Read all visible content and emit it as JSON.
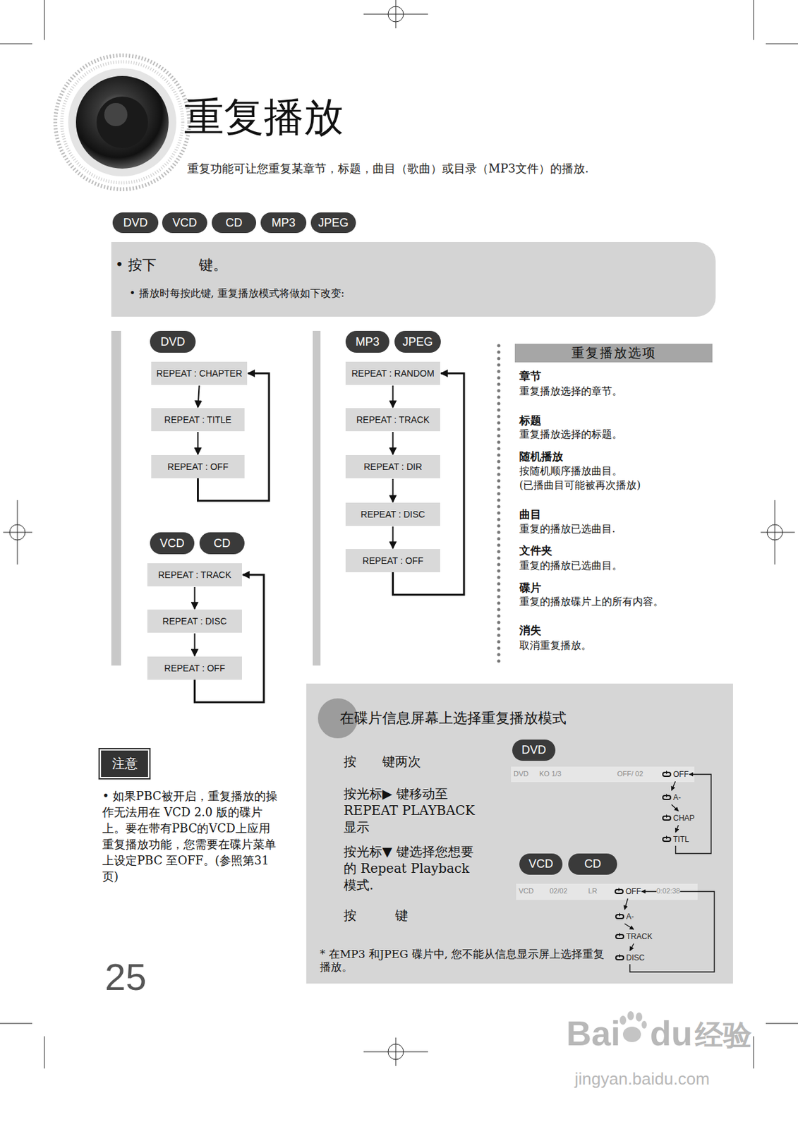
{
  "diagram": {
    "title": "重复播放",
    "nodes": [
      {
        "text": [
          "DVD"
        ]
      },
      {
        "text": [
          "VCD"
        ]
      },
      {
        "text": [
          "CD"
        ]
      },
      {
        "text": [
          "MP3"
        ]
      },
      {
        "text": [
          "JPEG"
        ]
      },
      {
        "text": [
          "• 按下　　　键。",
          "• 播放时每按此键, 重复播放模式将做如下改变:"
        ]
      },
      {
        "text": [
          "DVD"
        ]
      },
      {
        "text": [
          "REPEAT : CHAPTER"
        ]
      },
      {
        "text": [
          "REPEAT : TITLE"
        ]
      },
      {
        "text": [
          "REPEAT : OFF"
        ]
      },
      {
        "text": [
          "VCD"
        ]
      },
      {
        "text": [
          "CD"
        ]
      },
      {
        "text": [
          "REPEAT : TRACK"
        ]
      },
      {
        "text": [
          "REPEAT : DISC"
        ]
      },
      {
        "text": [
          "REPEAT : OFF"
        ]
      },
      {
        "text": [
          "MP3"
        ]
      },
      {
        "text": [
          "JPEG"
        ]
      },
      {
        "text": [
          "REPEAT : RANDOM"
        ]
      },
      {
        "text": [
          "REPEAT : TRACK"
        ]
      },
      {
        "text": [
          "REPEAT : DIR"
        ]
      },
      {
        "text": [
          "REPEAT : DISC"
        ]
      },
      {
        "text": [
          "REPEAT : OFF"
        ]
      },
      {
        "text": [
          "重复播放选项"
        ]
      },
      {
        "text": [
          "注意"
        ]
      },
      {
        "text": [
          "在碟片信息屏幕上选择重复播放模式",
          "按　　键两次",
          "按光标▶ 键移动至 REPEAT PLAYBACK 显示",
          "按光标▼ 键选择您想要的 Repeat Playback 模式.",
          "按　　　键",
          "* 在MP3 和JPEG 碟片中, 您不能从信息显示屏上选择重复播放。"
        ]
      },
      {
        "text": [
          "DVD"
        ],
        "in": 24
      },
      {
        "text": [
          "DVD",
          "KO 1/3",
          "OFF/ 02"
        ],
        "in": 24
      },
      {
        "text": [
          "OFF"
        ],
        "in": 26
      },
      {
        "text": [
          "A-"
        ],
        "in": 24
      },
      {
        "text": [
          "CHAP"
        ],
        "in": 24
      },
      {
        "text": [
          "TITL"
        ],
        "in": 24
      },
      {
        "text": [
          "VCD"
        ],
        "in": 24
      },
      {
        "text": [
          "CD"
        ],
        "in": 24
      },
      {
        "text": [
          "VCD",
          "02/02",
          "LR",
          "0:02:38"
        ],
        "in": 24
      },
      {
        "text": [
          "OFF"
        ],
        "in": 33
      },
      {
        "text": [
          "A-"
        ],
        "in": 24
      },
      {
        "text": [
          "TRACK"
        ],
        "in": 24
      },
      {
        "text": [
          "DISC"
        ],
        "in": 24
      }
    ],
    "edges": [
      {
        "from": 7,
        "to": 8,
        "arrow": "to"
      },
      {
        "from": 8,
        "to": 9,
        "arrow": "to"
      },
      {
        "from": 9,
        "to": 7,
        "arrow": "to"
      },
      {
        "from": 12,
        "to": 13,
        "arrow": "to"
      },
      {
        "from": 13,
        "to": 14,
        "arrow": "to"
      },
      {
        "from": 14,
        "to": 12,
        "arrow": "to"
      },
      {
        "from": 17,
        "to": 18,
        "arrow": "to"
      },
      {
        "from": 18,
        "to": 19,
        "arrow": "to"
      },
      {
        "from": 19,
        "to": 20,
        "arrow": "to"
      },
      {
        "from": 20,
        "to": 21,
        "arrow": "to"
      },
      {
        "from": 21,
        "to": 17,
        "arrow": "to"
      },
      {
        "from": 27,
        "to": 28,
        "arrow": "to"
      },
      {
        "from": 28,
        "to": 29,
        "arrow": "to"
      },
      {
        "from": 29,
        "to": 30,
        "arrow": "to"
      },
      {
        "from": 30,
        "to": 27,
        "arrow": "to"
      },
      {
        "from": 34,
        "to": 35,
        "arrow": "to"
      },
      {
        "from": 35,
        "to": 36,
        "arrow": "to"
      },
      {
        "from": 36,
        "to": 37,
        "arrow": "to"
      },
      {
        "from": 37,
        "to": 34,
        "arrow": "to"
      }
    ],
    "labels": [
      "重复功能可让您重复某章节，标题，曲目（歌曲）或目录（MP3文件）的播放.",
      "章节",
      "重复播放选择的章节。",
      "标题",
      "重复播放选择的标题。",
      "随机播放",
      "按随机顺序播放曲目。",
      "(已播曲目可能被再次播放)",
      "曲目",
      "重复的播放已选曲目.",
      "文件夹",
      "重复的播放已选曲目。",
      "碟片",
      "重复的播放碟片上的所有内容。",
      "消失",
      "取消重复播放。",
      "• 如果PBC被开启，重复播放的操作无法用在 VCD 2.0 版的碟片上。要在带有PBC的VCD上应用重复播放功能，您需要在碟片菜单上设定PBC 至OFF。(参照第31页)",
      "25",
      "Bai",
      "du",
      "经验",
      "jingyan.baidu.com"
    ]
  }
}
